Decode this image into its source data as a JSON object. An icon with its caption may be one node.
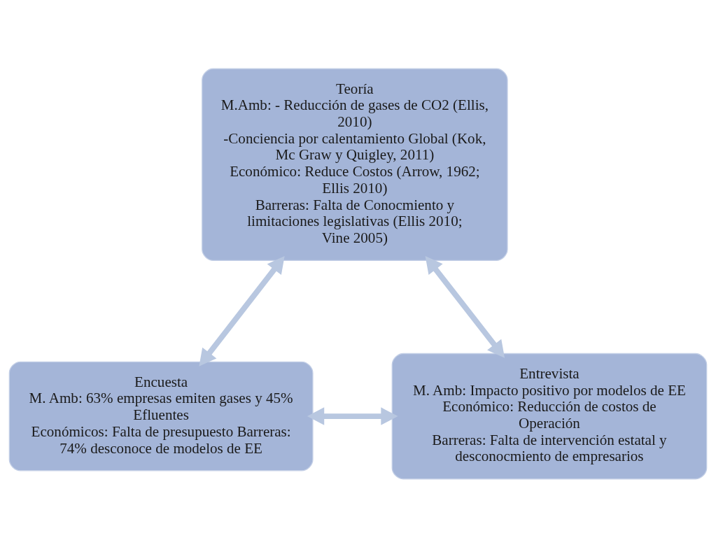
{
  "diagram": {
    "nodes": [
      {
        "text": [
          "Teoría",
          "M.Amb: - Reducción de gases de CO2 (Ellis, 2010)",
          "-Conciencia por calentamiento Global (Kok, Mc Graw y Quigley, 2011)",
          "Económico: Reduce Costos (Arrow, 1962; Ellis 2010)",
          "Barreras: Falta de Conocmiento y limitaciones legislativas (Ellis 2010; Vine 2005)"
        ]
      },
      {
        "text": [
          "Encuesta",
          "M. Amb: 63% empresas emiten gases y 45% Efluentes",
          "Económicos: Falta de presupuesto Barreras: 74% desconoce de modelos de EE"
        ]
      },
      {
        "text": [
          "Entrevista",
          "M. Amb: Impacto positivo por modelos de EE",
          "Económico: Reducción de costos de Operación",
          "Barreras: Falta de intervención estatal y desconocmiento de empresarios"
        ]
      }
    ],
    "edges": [
      {
        "from": 0,
        "to": 1,
        "arrow": "both"
      },
      {
        "from": 0,
        "to": 2,
        "arrow": "both"
      },
      {
        "from": 1,
        "to": 2,
        "arrow": "both"
      }
    ]
  }
}
